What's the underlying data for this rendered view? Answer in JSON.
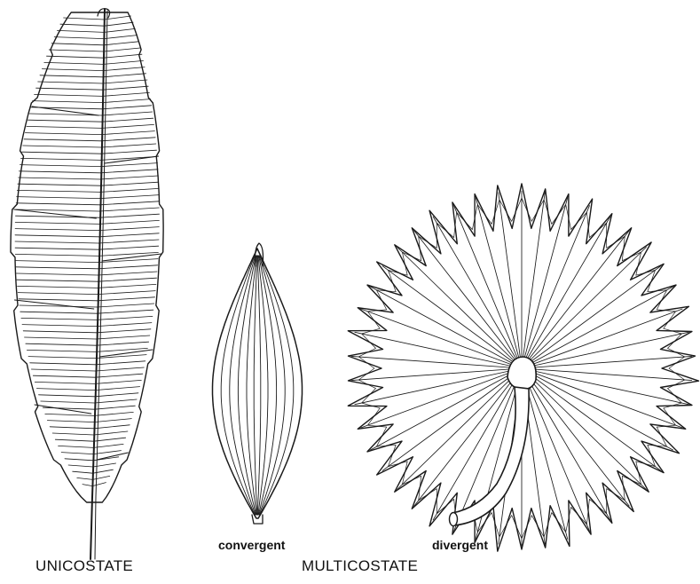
{
  "labels": {
    "convergent": "convergent",
    "divergent": "divergent",
    "unicostate": "UNICOSTATE",
    "multicostate": "MULTICOSTATE"
  },
  "figures": [
    {
      "name": "unicostate-leaf",
      "depicts": "banana-type leaf, single midrib"
    },
    {
      "name": "convergent-leaf",
      "depicts": "lanceolate leaf, convergent veins"
    },
    {
      "name": "divergent-leaf",
      "depicts": "fan palm leaf, radiating ribs"
    }
  ]
}
